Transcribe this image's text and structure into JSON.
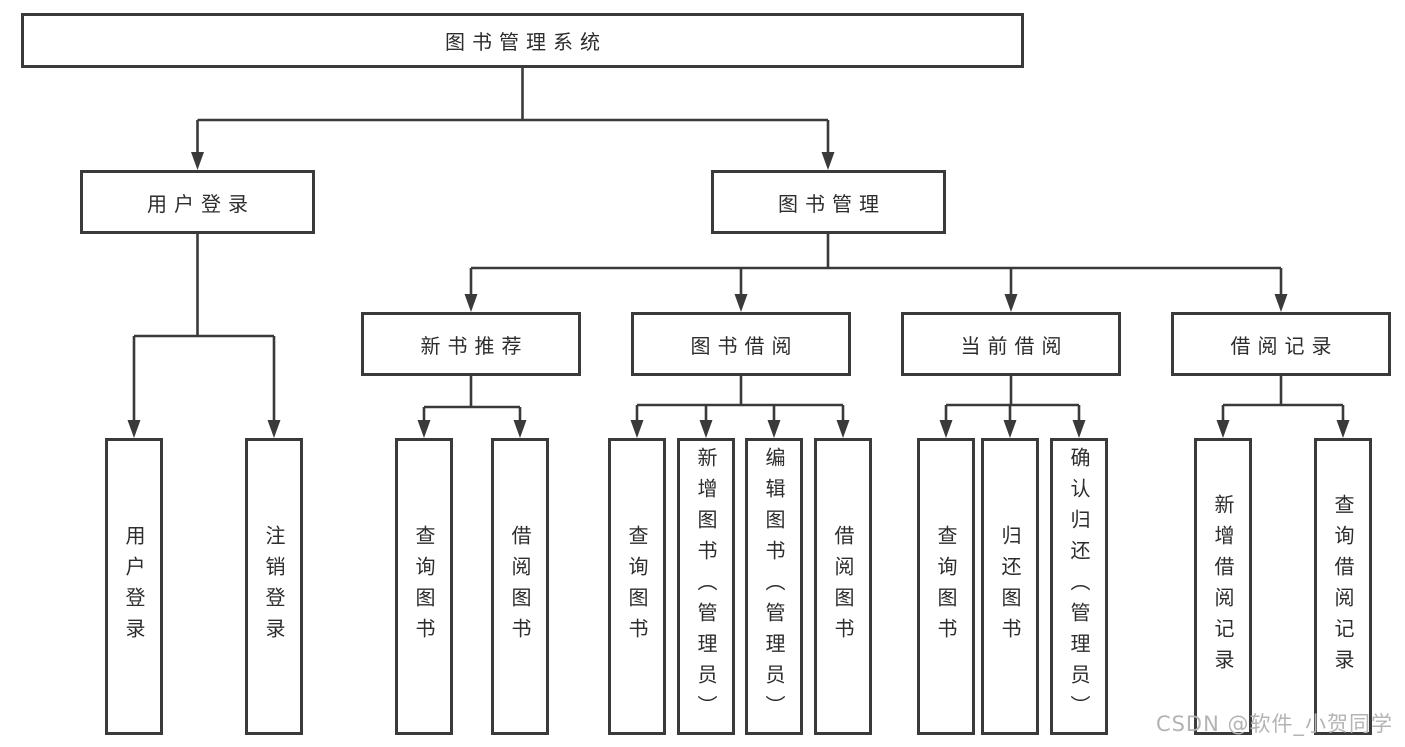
{
  "diagram_title": "图书管理系统",
  "tree": {
    "label": "图书管理系统",
    "children": [
      {
        "label": "用户登录",
        "children": [
          {
            "label": "用户登录"
          },
          {
            "label": "注销登录"
          }
        ]
      },
      {
        "label": "图书管理",
        "children": [
          {
            "label": "新书推荐",
            "children": [
              {
                "label": "查询图书"
              },
              {
                "label": "借阅图书"
              }
            ]
          },
          {
            "label": "图书借阅",
            "children": [
              {
                "label": "查询图书"
              },
              {
                "label": "新增图书（管理员）"
              },
              {
                "label": "编辑图书（管理员）"
              },
              {
                "label": "借阅图书"
              }
            ]
          },
          {
            "label": "当前借阅",
            "children": [
              {
                "label": "查询图书"
              },
              {
                "label": "归还图书"
              },
              {
                "label": "确认归还（管理员）"
              }
            ]
          },
          {
            "label": "借阅记录",
            "children": [
              {
                "label": "新增借阅记录"
              },
              {
                "label": "查询借阅记录"
              }
            ]
          }
        ]
      }
    ]
  },
  "watermark": {
    "text": "CSDN @软件_小贺同学"
  },
  "colors": {
    "box_border": "#3a3a3a",
    "connector_line": "#3a3a3a",
    "text": "#2d2d2d",
    "watermark_text": "#b4b4b4",
    "background": "#ffffff"
  }
}
